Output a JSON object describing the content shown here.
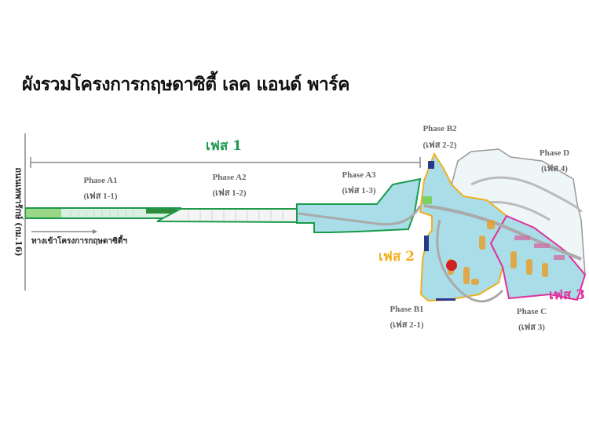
{
  "title": "ผังรวมโครงการกฤษดาซิตี้ เลค แอนด์ พาร์ค",
  "road_label": "ถนนเทพารักษ์ (กม.16)",
  "entrance_label": "ทางเข้าโครงการกฤษดาซิตี้ฯ",
  "phase_groups": {
    "phase1": {
      "label": "เฟส 1",
      "color": "#1a9a4a"
    },
    "phase2": {
      "label": "เฟส 2",
      "color": "#f0b020"
    },
    "phase3": {
      "label": "เฟส 3",
      "color": "#e0309a"
    }
  },
  "phases": [
    {
      "name": "Phase A1",
      "sub": "(เฟส 1-1)"
    },
    {
      "name": "Phase A2",
      "sub": "(เฟส 1-2)"
    },
    {
      "name": "Phase A3",
      "sub": "(เฟส 1-3)"
    },
    {
      "name": "Phase B2",
      "sub": "(เฟส 2-2)"
    },
    {
      "name": "Phase D",
      "sub": "(เฟส 4)"
    },
    {
      "name": "Phase B1",
      "sub": "(เฟส 2-1)"
    },
    {
      "name": "Phase C",
      "sub": "(เฟส 3)"
    }
  ]
}
